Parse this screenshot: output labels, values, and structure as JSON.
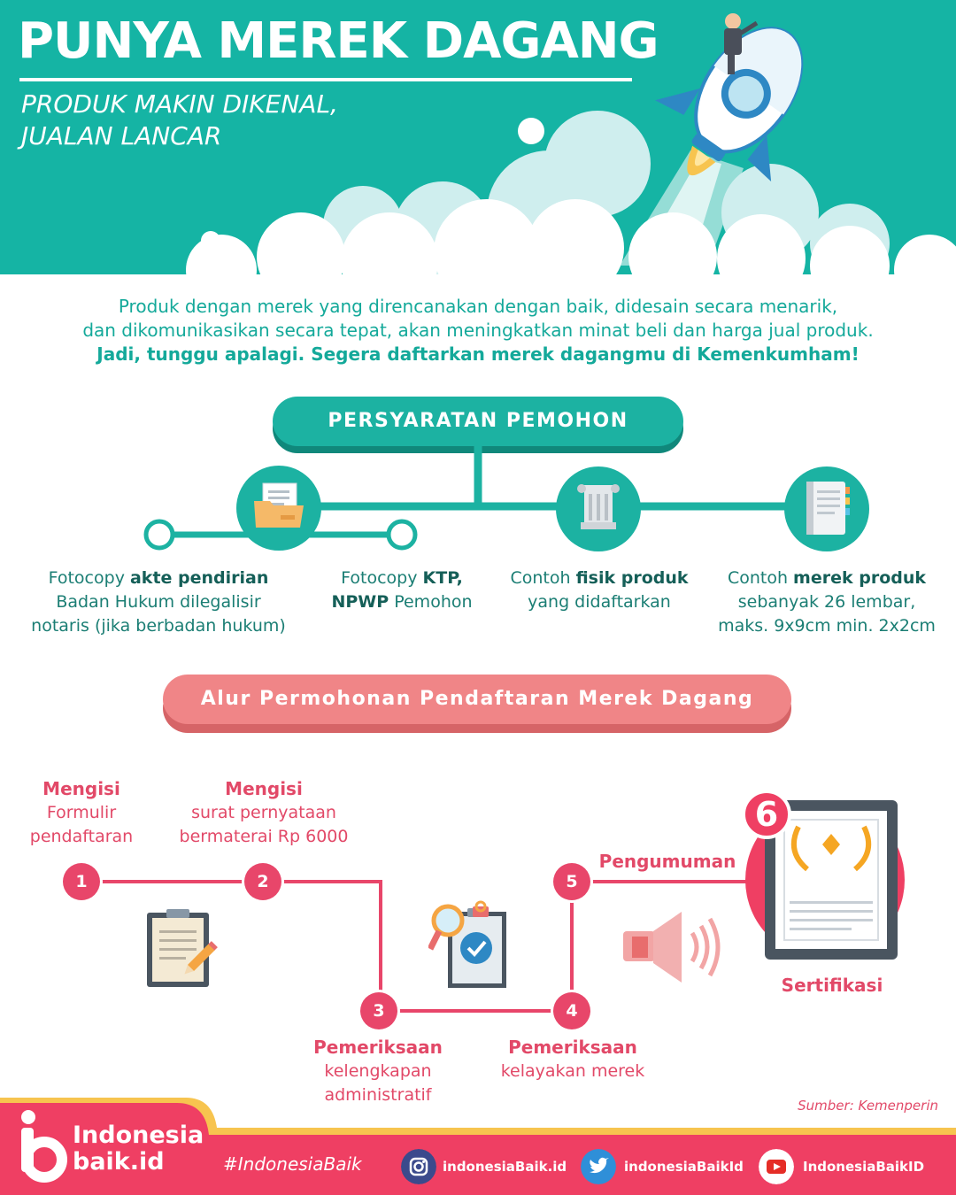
{
  "header": {
    "title": "PUNYA MEREK DAGANG",
    "subtitle_lines": [
      "PRODUK MAKIN DIKENAL,",
      "JUALAN LANCAR"
    ]
  },
  "intro": {
    "line1": "Produk dengan merek yang direncanakan dengan baik, didesain secara menarik,",
    "line2": "dan dikomunikasikan secara tepat, akan meningkatkan minat beli dan harga jual produk.",
    "line3": "Jadi, tunggu apalagi. Segera daftarkan merek dagangmu di Kemenkumham!"
  },
  "requirements": {
    "heading": "PERSYARATAN PEMOHON",
    "items": [
      {
        "pre": "Fotocopy ",
        "bold": "akte pendirian",
        "line2": "Badan Hukum dilegalisir",
        "line3": "notaris (jika berbadan hukum)",
        "icon": "folder-icon"
      },
      {
        "pre": "Fotocopy ",
        "bold": "KTP,",
        "line2_bold": "NPWP",
        "line2_rest": " Pemohon"
      },
      {
        "pre": "Contoh ",
        "bold": "fisik produk",
        "line2": "yang didaftarkan",
        "icon": "pillar-icon"
      },
      {
        "pre": "Contoh ",
        "bold": "merek produk",
        "line2": "sebanyak 26 lembar,",
        "line3": "maks. 9x9cm min. 2x2cm",
        "icon": "notebook-icon"
      }
    ]
  },
  "flow": {
    "heading": "Alur Permohonan Pendaftaran Merek Dagang",
    "steps": [
      {
        "num": "1",
        "title": "Mengisi",
        "lines": [
          "Formulir",
          "pendaftaran"
        ]
      },
      {
        "num": "2",
        "title": "Mengisi",
        "lines": [
          "surat pernyataan",
          "bermaterai Rp 6000"
        ]
      },
      {
        "num": "3",
        "title": "Pemeriksaan",
        "lines": [
          "kelengkapan",
          "administratif"
        ]
      },
      {
        "num": "4",
        "title": "Pemeriksaan",
        "lines": [
          "kelayakan merek"
        ]
      },
      {
        "num": "5",
        "title": "Pengumuman",
        "lines": []
      },
      {
        "num": "6",
        "title": "Sertifikasi",
        "lines": []
      }
    ]
  },
  "footer": {
    "source": "Sumber: Kemenperin",
    "brand_line1": "Indonesia",
    "brand_line2": "baik.id",
    "hashtag": "#IndonesiaBaik",
    "instagram": "indonesiaBaik.id",
    "twitter": "indonesiaBaikId",
    "youtube": "IndonesiaBaikID"
  },
  "colors": {
    "teal": "#15b4a4",
    "dark_teal": "#10887b",
    "pink": "#e8466a",
    "salmon": "#f08587",
    "footer_red": "#ef3f63",
    "footer_yellow": "#f7c44f"
  }
}
